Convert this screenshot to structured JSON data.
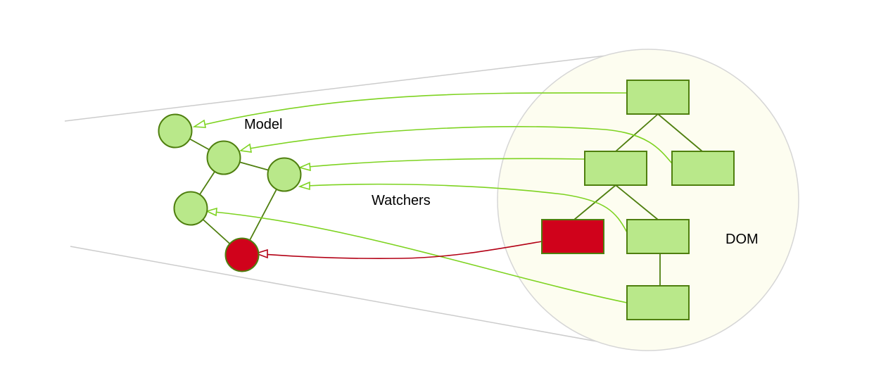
{
  "labels": {
    "model": "Model",
    "watchers": "Watchers",
    "dom": "DOM"
  },
  "colors": {
    "node_fill": "#b9e88a",
    "node_stroke": "#4f7f0f",
    "edge": "#4f7f0f",
    "watcher_line": "#7ed321",
    "active_fill": "#d0021b",
    "active_stroke": "#b30015",
    "dom_bubble_fill": "#fdfdf0",
    "dom_bubble_stroke": "#d6d6d6",
    "zoom_line": "#cccccc"
  },
  "model_nodes": [
    {
      "id": "m1",
      "state": "normal"
    },
    {
      "id": "m2",
      "state": "normal"
    },
    {
      "id": "m3",
      "state": "normal"
    },
    {
      "id": "m4",
      "state": "normal"
    },
    {
      "id": "m5",
      "state": "active"
    }
  ],
  "dom_nodes": [
    {
      "id": "d1",
      "state": "normal"
    },
    {
      "id": "d2",
      "state": "normal"
    },
    {
      "id": "d3",
      "state": "normal"
    },
    {
      "id": "d4",
      "state": "active"
    },
    {
      "id": "d5",
      "state": "normal"
    },
    {
      "id": "d6",
      "state": "normal"
    }
  ],
  "watchers": [
    {
      "from": "d1",
      "to": "m1",
      "state": "normal"
    },
    {
      "from": "d3",
      "to": "m2",
      "state": "normal"
    },
    {
      "from": "d2",
      "to": "m3",
      "state": "normal"
    },
    {
      "from": "d5",
      "to": "m3",
      "state": "normal"
    },
    {
      "from": "d6",
      "to": "m4",
      "state": "normal"
    },
    {
      "from": "d4",
      "to": "m5",
      "state": "active"
    }
  ]
}
